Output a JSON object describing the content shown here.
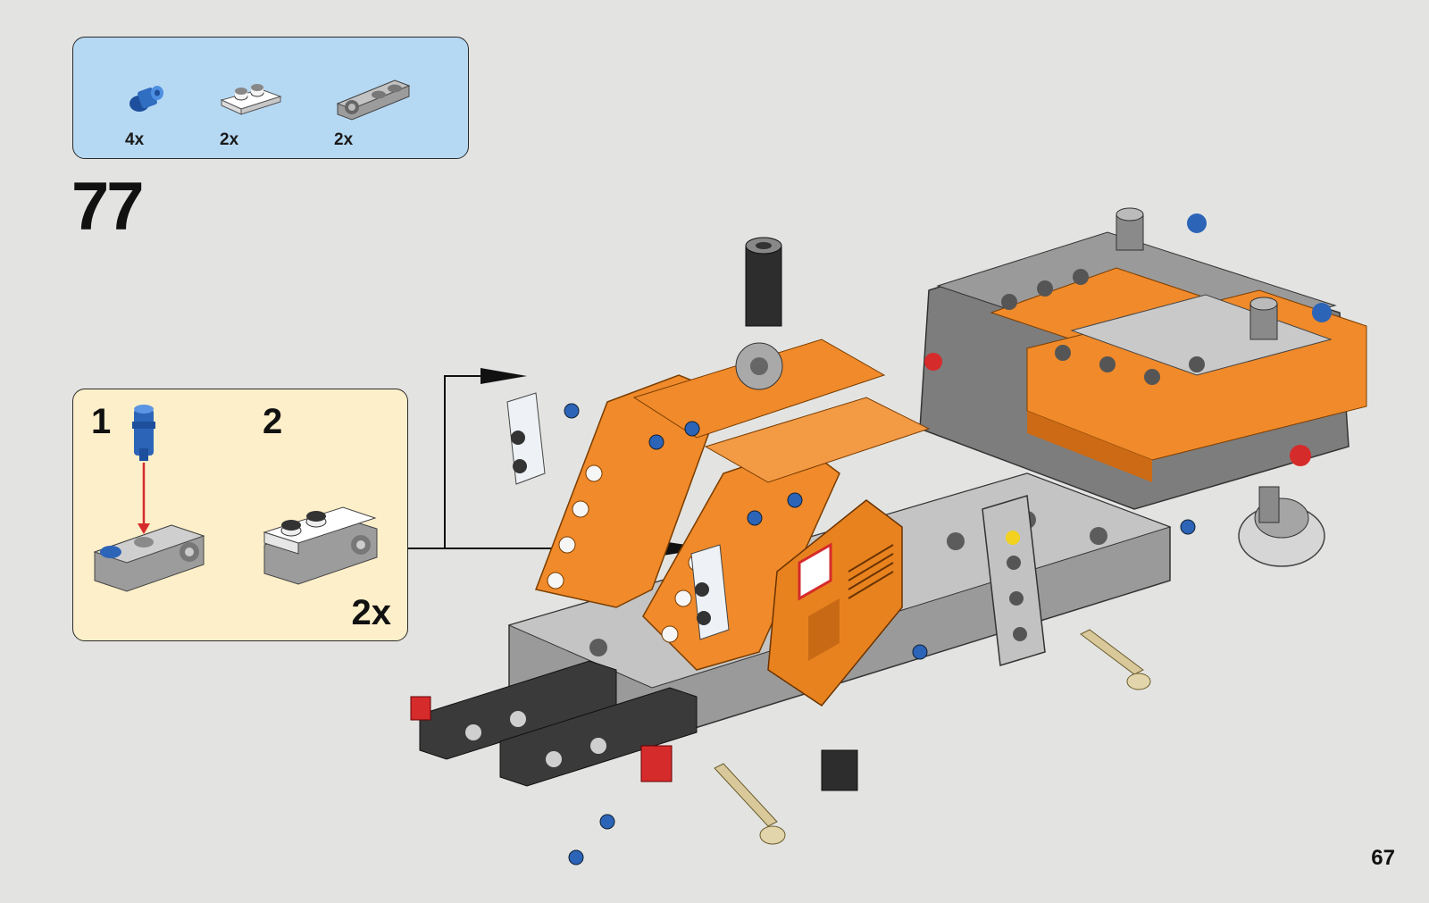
{
  "parts_list": {
    "items": [
      {
        "icon": "blue-pin-icon",
        "quantity": "4x"
      },
      {
        "icon": "white-plate-icon",
        "quantity": "2x"
      },
      {
        "icon": "gray-beam-icon",
        "quantity": "2x"
      }
    ]
  },
  "step": {
    "number": "77"
  },
  "sub_assembly": {
    "steps": [
      "1",
      "2"
    ],
    "multiplier": "2x"
  },
  "page": {
    "number": "67"
  },
  "colors": {
    "parts_bg": "#b6d9f3",
    "sub_bg": "#fdefc9",
    "page_bg": "#e3e4e2",
    "orange": "#f08a2a",
    "arrow_red": "#d62b2b"
  }
}
